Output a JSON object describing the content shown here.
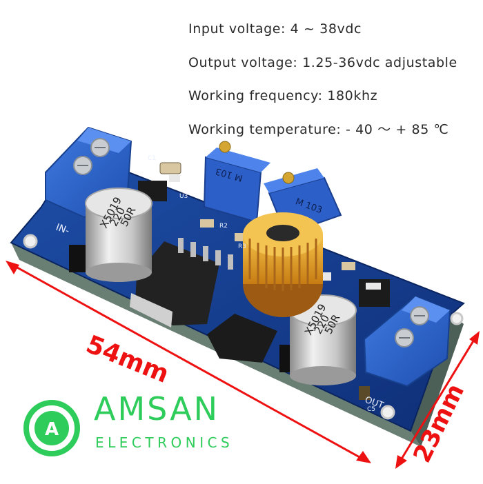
{
  "specs": {
    "input_voltage": "Input voltage: 4 ~ 38vdc",
    "output_voltage": "Output voltage: 1.25-36vdc adjustable",
    "working_frequency": "Working frequency: 180khz",
    "working_temperature": "Working temperature: - 40 ～ + 85 ℃"
  },
  "board": {
    "in_label": "IN-",
    "out_label": "OUT",
    "cap_left": [
      "X5019",
      "220",
      "50R"
    ],
    "cap_right": [
      "X5019",
      "220",
      "50R"
    ],
    "trimmer_left": "M 103",
    "trimmer_right": "M 103",
    "silk": [
      "C1",
      "U3",
      "R2",
      "R3",
      "C5"
    ]
  },
  "dimensions": {
    "length": "54mm",
    "width": "23mm"
  },
  "brand": {
    "logo_letter": "A",
    "name": "AMSAN",
    "subtitle": "ELECTRONICS"
  },
  "colors": {
    "pcb": "#143c8c",
    "terminal": "#2b63c9",
    "dimension": "#ee1111",
    "brand": "#2ecc5a",
    "coil": "#e8a628"
  }
}
